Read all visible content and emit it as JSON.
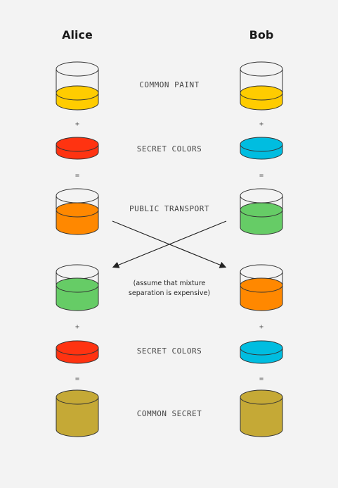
{
  "people": {
    "left": "Alice",
    "right": "Bob"
  },
  "labels": {
    "common_paint": "COMMON PAINT",
    "secret_colors": "SECRET COLORS",
    "public_transport": "PUBLIC TRANSPORT",
    "secret_colors_2": "SECRET COLORS",
    "common_secret": "COMMON SECRET"
  },
  "note": {
    "line1": "(assume that mixture",
    "line2": "separation is expensive)"
  },
  "operators": {
    "plus": "+",
    "equals": "="
  },
  "colors": {
    "yellow": "#ffcc00",
    "red": "#ff3311",
    "cyan": "#00bde0",
    "orange": "#ff8800",
    "green": "#66cc66",
    "olive": "#c5a936",
    "outline": "#333333",
    "background": "#f3f3f3"
  }
}
